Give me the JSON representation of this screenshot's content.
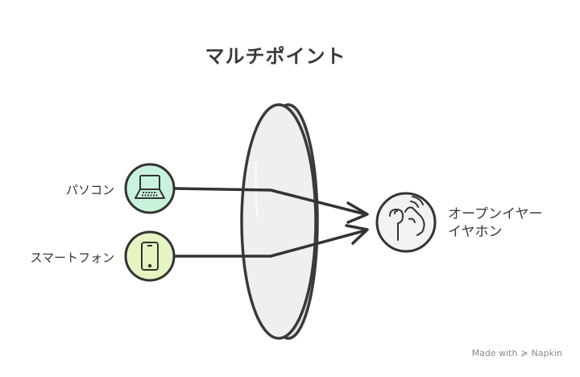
{
  "diagram": {
    "title": "マルチポイント",
    "sources": [
      {
        "label": "パソコン",
        "icon": "laptop-icon",
        "color": "#c9f2dc"
      },
      {
        "label": "スマートフォン",
        "icon": "smartphone-icon",
        "color": "#e4f5c2"
      }
    ],
    "target": {
      "line1": "オープンイヤー",
      "line2": "イヤホン",
      "icon": "open-ear-earphone-icon"
    }
  },
  "footer": {
    "credit": "Made with",
    "brand": "Napkin"
  }
}
